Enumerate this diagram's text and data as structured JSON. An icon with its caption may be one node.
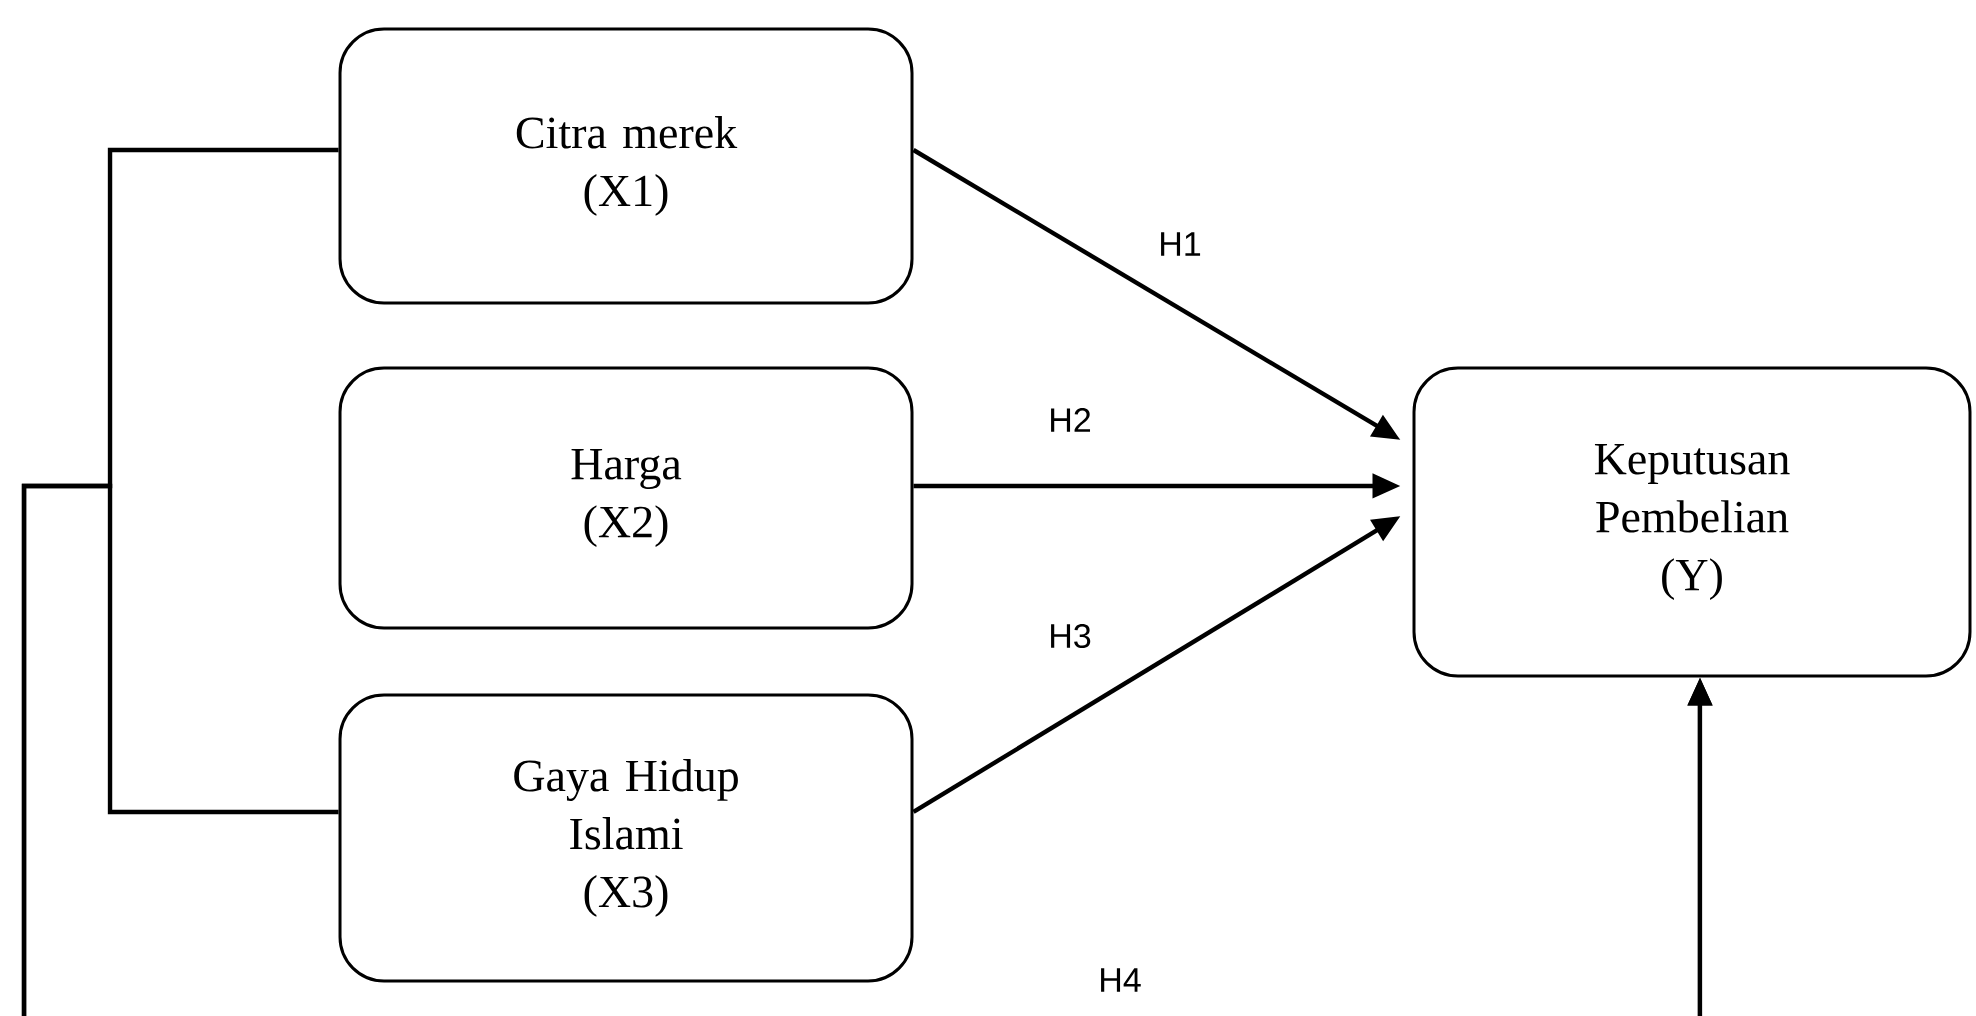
{
  "diagram": {
    "nodes": [
      {
        "text": [
          "Citra merek",
          "(X1)"
        ]
      },
      {
        "text": [
          "Harga",
          "(X2)"
        ]
      },
      {
        "text": [
          "Gaya Hidup Islami",
          "(X3)"
        ]
      },
      {
        "text": [
          "Keputusan Pembelian",
          "(Y)"
        ]
      }
    ],
    "edges": [
      {
        "from": 0,
        "to": 3,
        "arrow": "to",
        "label": "H1"
      },
      {
        "from": 1,
        "to": 3,
        "arrow": "to",
        "label": "H2"
      },
      {
        "from": 2,
        "to": 3,
        "arrow": "to",
        "label": "H3"
      },
      {
        "from": 0,
        "to": 3,
        "arrow": "to",
        "label": "H4"
      },
      {
        "from": 2,
        "to": 3,
        "arrow": "to"
      }
    ]
  }
}
